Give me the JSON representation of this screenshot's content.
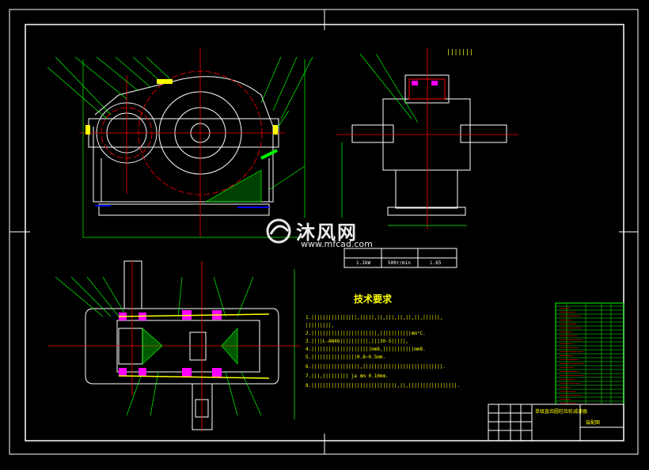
{
  "drawing": {
    "notes_title": "技术要求",
    "notes": [
      "1.||||||||||||||||,|||||,||,|||,||,||,||,||||||,",
      "|||||||||,",
      "2.|||||||||||||||||||||||,|||||||||||mm²C.",
      "3.||||L-AN46||||||||||,|||30-5|||||,",
      "4.|||||||||||||||||||||mm8,|||||||||||mm8.",
      "5.||||||||||||||||0.8~0.5mm.",
      "6.|||||||||||||||||,||||||||||||||||||||||||||||.",
      "7.|||,||||||||| ja mm 0.10mm.",
      "8.||||||||||||||||||||||||||||||,||,|||||||||||||||||."
    ],
    "spec_table": {
      "cells": [
        "1.1kW",
        "500r/min",
        "i.65"
      ]
    },
    "tick_label": "|||||||",
    "title_block": {
      "name": "单级直齿圆柱齿轮减速器",
      "code": "装配图"
    },
    "watermark": {
      "name": "沐风网",
      "url": "www.mfcad.com"
    },
    "colors": {
      "background": "#000000",
      "frame": "#ffffff",
      "geometry": "#ffffff",
      "dimension": "#00ff00",
      "centerline": "#ff0000",
      "hatch": "#00ff00",
      "bearing": "#ff00ff",
      "seal": "#00ffff",
      "text": "#ffff00",
      "accent": "#0000ff"
    }
  }
}
